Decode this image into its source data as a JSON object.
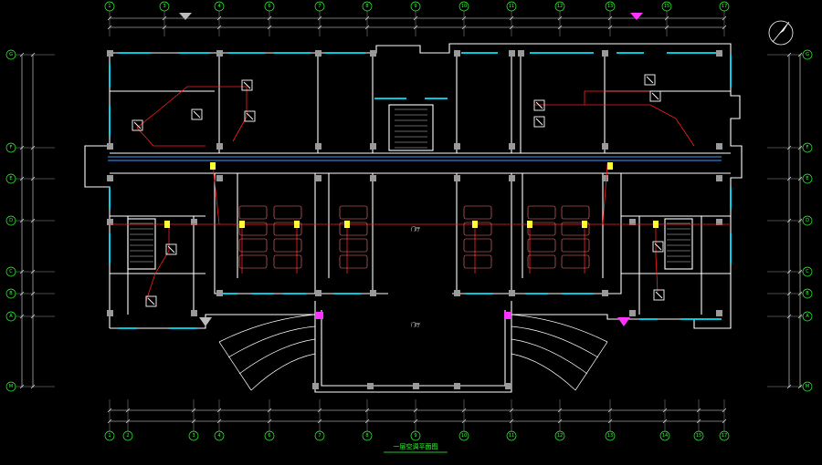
{
  "colors": {
    "background": "#000000",
    "wall": "#ffffff",
    "window": "#00e5ff",
    "pipe": "#ff2020",
    "axis": "#33ff33",
    "annotation": "#ff33ff",
    "duct": "#3aa0ff",
    "column": "#9a9a9a"
  },
  "axes": {
    "top": [
      "1",
      "3",
      "4",
      "6",
      "7",
      "8",
      "9",
      "10",
      "11",
      "12",
      "13",
      "15",
      "17"
    ],
    "bottom": [
      "1",
      "2",
      "3",
      "4",
      "6",
      "7",
      "8",
      "9",
      "10",
      "11",
      "12",
      "13",
      "14",
      "15",
      "17"
    ],
    "left": [
      "G",
      "F",
      "E",
      "D",
      "C",
      "B",
      "A",
      "M"
    ],
    "right": [
      "G",
      "F",
      "E",
      "D",
      "C",
      "B",
      "A",
      "M"
    ]
  },
  "rooms": {
    "lobby_inner": "门厅",
    "lobby_outer": "门厅"
  },
  "title": {
    "text": "一层空调平面图"
  },
  "icons": {
    "north_arrow": "north-arrow-icon",
    "indoor_unit": "indoor-unit-icon"
  }
}
